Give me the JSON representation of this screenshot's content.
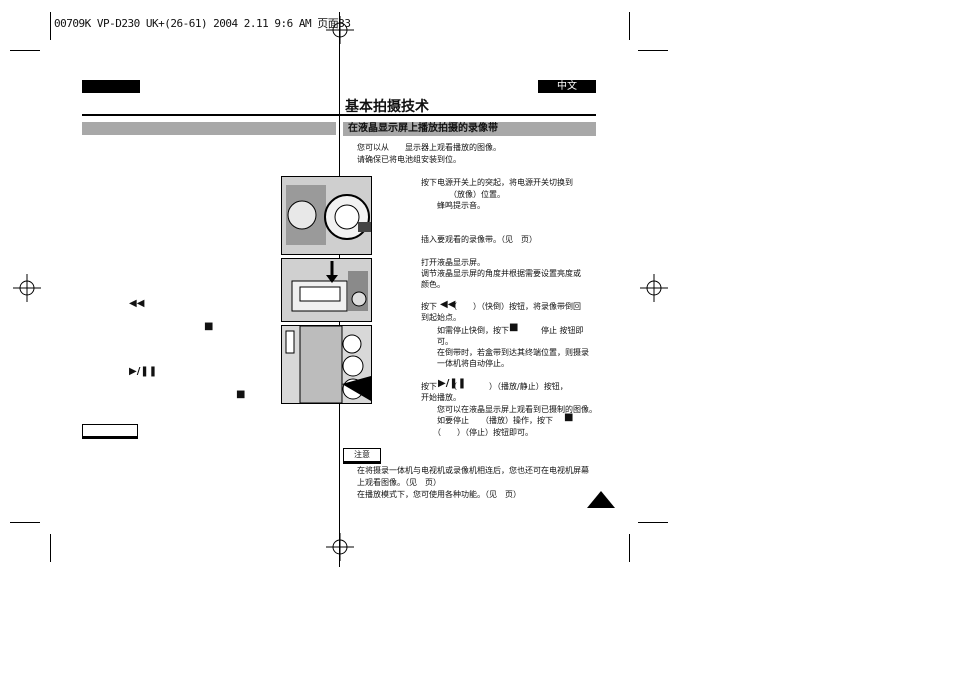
{
  "header": {
    "print_line": "00709K VP-D230 UK+(26-61) 2004 2.11 9:6 AM 页面33"
  },
  "language_tab": "中文",
  "page_title": "基本拍摄技术",
  "section_title": "在液晶显示屏上播放拍摄的录像带",
  "intro": [
    "您可以从　　显示器上观看播放的图像。",
    "请确保已将电池组安装到位。"
  ],
  "steps": [
    {
      "lines": [
        "按下电源开关上的突起，将电源开关切换到",
        "　　　　（放像）位置。",
        "　　蜂鸣提示音。"
      ]
    },
    {
      "lines": [
        "插入要观看的录像带。（见　页）"
      ]
    },
    {
      "lines": [
        "打开液晶显示屏。",
        "调节液晶显示屏的角度并根据需要设置亮度或",
        "颜色。"
      ]
    },
    {
      "lines": [
        "按下　　（　　）（快倒）按钮，将录像带倒回",
        "到起始点。",
        "　　如需停止快倒，按下　　　　停止 按钮即",
        "　　可。",
        "　　在倒带时，若盒带到达其终端位置，则摄录",
        "　　一体机将自动停止。"
      ]
    },
    {
      "lines": [
        "按下　　（　　　　）（播放/静止）按钮，",
        "开始播放。",
        "　　您可以在液晶显示屏上观看到已摄制的图像。",
        "　　如要停止　　（播放）操作，按下",
        "　　（　　）（停止）按钮即可。"
      ]
    }
  ],
  "symbols": {
    "rewind": "◀◀",
    "stop": "■",
    "play_pause": "▶/❚❚"
  },
  "note_label": "注意",
  "notes": [
    "在将摄录一体机与电视机或录像机相连后，您也还可在电视机屏幕",
    "上观看图像。（见　页）",
    "在播放模式下，您可使用各种功能。（见　页）"
  ],
  "page_marker_icon": "triangle-up-icon"
}
